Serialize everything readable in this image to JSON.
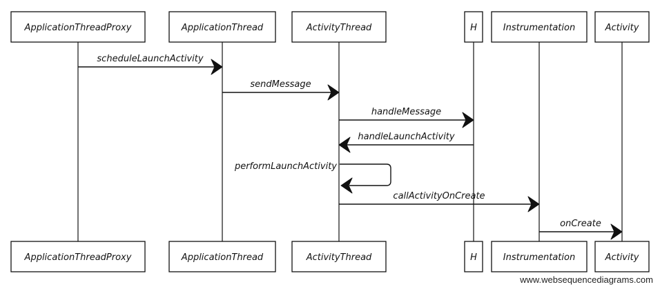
{
  "participants": [
    {
      "id": "proxy",
      "label": "ApplicationThreadProxy"
    },
    {
      "id": "appthread",
      "label": "ApplicationThread"
    },
    {
      "id": "activitythread",
      "label": "ActivityThread"
    },
    {
      "id": "h",
      "label": "H"
    },
    {
      "id": "instr",
      "label": "Instrumentation"
    },
    {
      "id": "activity",
      "label": "Activity"
    }
  ],
  "messages": [
    {
      "from": "proxy",
      "to": "appthread",
      "label": "scheduleLaunchActivity"
    },
    {
      "from": "appthread",
      "to": "activitythread",
      "label": "sendMessage"
    },
    {
      "from": "activitythread",
      "to": "h",
      "label": "handleMessage"
    },
    {
      "from": "h",
      "to": "activitythread",
      "label": "handleLaunchActivity"
    },
    {
      "from": "activitythread",
      "to": "activitythread",
      "label": "performLaunchActivity"
    },
    {
      "from": "activitythread",
      "to": "instr",
      "label": "callActivityOnCreate"
    },
    {
      "from": "instr",
      "to": "activity",
      "label": "onCreate"
    }
  ],
  "footer": "www.websequencediagrams.com",
  "colors": {
    "stroke": "#111111",
    "background": "#ffffff"
  }
}
